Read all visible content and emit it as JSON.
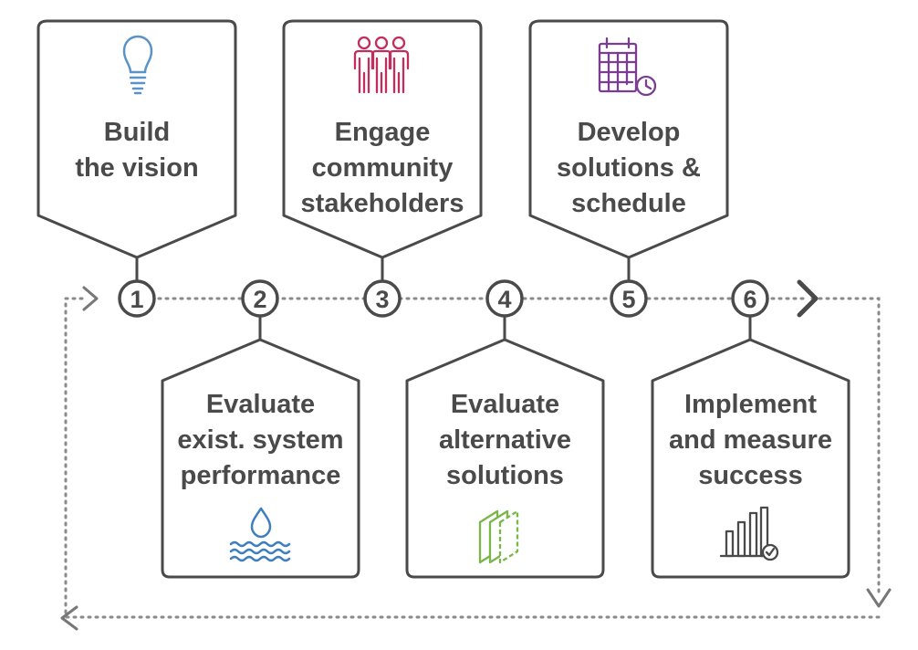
{
  "steps": [
    {
      "number": "1",
      "label": "Build\nthe vision",
      "icon": "lightbulb-icon",
      "icon_color": "#5b93c7"
    },
    {
      "number": "2",
      "label": "Evaluate\nexist. system\nperformance",
      "icon": "water-drop-icon",
      "icon_color": "#3f7fc0"
    },
    {
      "number": "3",
      "label": "Engage\ncommunity\nstakeholders",
      "icon": "people-group-icon",
      "icon_color": "#c22d5b"
    },
    {
      "number": "4",
      "label": "Evaluate\nalternative\nsolutions",
      "icon": "layered-options-icon",
      "icon_color": "#7ab648"
    },
    {
      "number": "5",
      "label": "Develop\nsolutions &\nschedule",
      "icon": "calendar-clock-icon",
      "icon_color": "#7a3d92"
    },
    {
      "number": "6",
      "label": "Implement\nand measure\nsuccess",
      "icon": "bar-chart-check-icon",
      "icon_color": "#4a4a4a"
    }
  ],
  "colors": {
    "box_stroke": "#4a4a4a",
    "text": "#4a4a4a",
    "connector": "#777777"
  }
}
